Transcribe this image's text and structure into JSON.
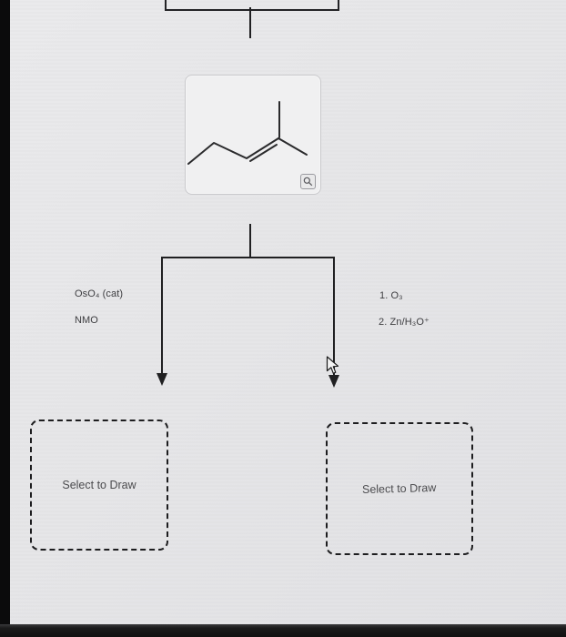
{
  "reaction": {
    "left_reagents": {
      "line1": "OsO₄ (cat)",
      "line2": "NMO"
    },
    "right_reagents": {
      "line1": "1. O₃",
      "line2": "2. Zn/H₃O⁺"
    }
  },
  "molecule_panel": {
    "zoom_icon": "magnifier"
  },
  "answer_boxes": {
    "left_label": "Select to Draw",
    "right_label": "Select to Draw"
  },
  "icons": {
    "zoom_button": "magnifier",
    "pointer": "mouse-cursor"
  },
  "colors": {
    "page_bg": "#e7e7e9",
    "frame": "#0b0b0c",
    "line": "#202022",
    "text": "#3d3d40",
    "panel_bg": "#f0f0f1",
    "panel_border": "#c9c9cc"
  }
}
